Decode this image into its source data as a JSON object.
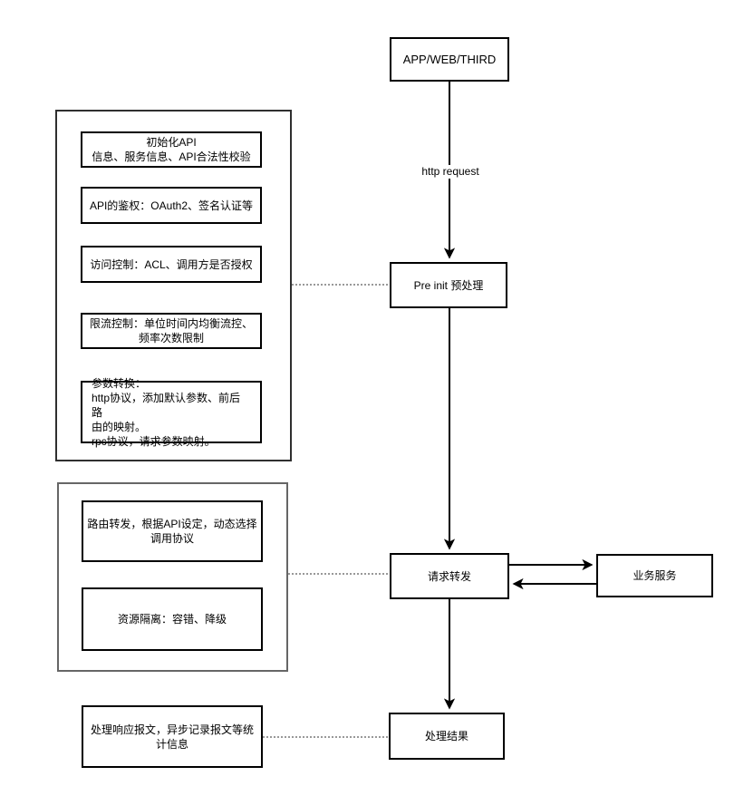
{
  "diagram": {
    "nodes": {
      "source": {
        "label": "APP/WEB/THIRD"
      },
      "pre_init": {
        "label": "Pre init 预处理"
      },
      "forward": {
        "label": "请求转发"
      },
      "service": {
        "label": "业务服务"
      },
      "result": {
        "label": "处理结果"
      }
    },
    "edges": {
      "http_request_label": "http request"
    },
    "pre_init_group": {
      "items": [
        {
          "text": "初始化API\n信息、服务信息、API合法性校验"
        },
        {
          "text": "API的鉴权：OAuth2、签名认证等"
        },
        {
          "text": "访问控制：ACL、调用方是否授权"
        },
        {
          "text": "限流控制：单位时间内均衡流控、\n频率次数限制"
        },
        {
          "text": "参数转换：\nhttp协议，添加默认参数、前后路\n由的映射。\nrpc协议，请求参数映射。"
        }
      ]
    },
    "forward_group": {
      "items": [
        {
          "text": "路由转发，根据API设定，动态选择\n调用协议"
        },
        {
          "text": "资源隔离：容错、降级"
        }
      ]
    },
    "result_note": {
      "text": "处理响应报文，异步记录报文等统\n计信息"
    },
    "colors": {
      "line": "#000000",
      "dotted_line": "#999999",
      "group1_border": "#2f2f2f",
      "group2_border": "#666666",
      "box_border": "#000000",
      "background": "#ffffff"
    }
  }
}
